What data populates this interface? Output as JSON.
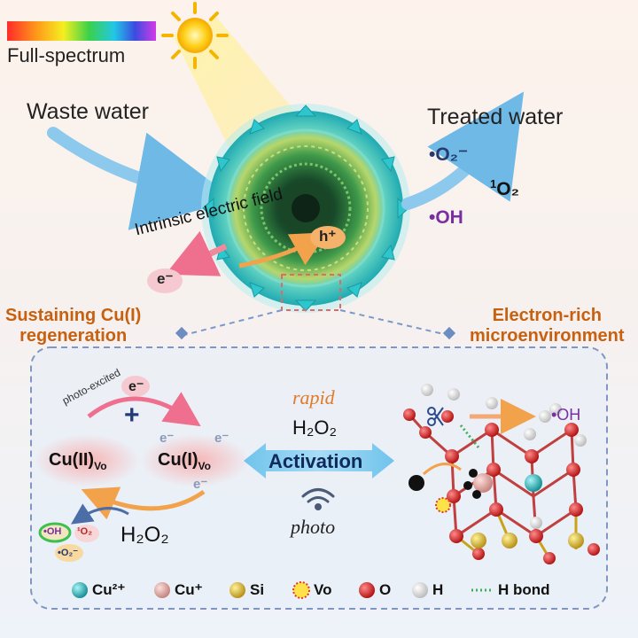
{
  "colors": {
    "nanotube_outer": "#2bc4c8",
    "nanotube_inner": "#2e8a4a",
    "orange_text": "#c8610f",
    "navy_text": "#253a6e",
    "purple_text": "#7a2fa0",
    "arrow_blue": "#7cc4ea",
    "cu2_atom": "#1fb3b8",
    "cu1_atom": "#e8b0ac",
    "si_atom": "#d7b22a",
    "o_atom": "#d72020",
    "h_atom": "#f0f0f0"
  },
  "top": {
    "spectrum_label": "Full-spectrum",
    "waste_water": "Waste water",
    "treated_water": "Treated water",
    "superoxide": "•O₂⁻",
    "singlet_oxygen_sup": "1",
    "singlet_oxygen": "O₂",
    "hydroxyl": "•OH",
    "electric_field": "Intrinsic electric field",
    "hole": "h⁺",
    "electron": "e⁻",
    "sustaining_label_line1": "Sustaining Cu(I)",
    "sustaining_label_line2": "regeneration",
    "electron_rich_line1": "Electron-rich",
    "electron_rich_line2": "microenvironment"
  },
  "panel": {
    "photo_excited": "photo-excited",
    "electron": "e⁻",
    "plus": "+",
    "cu2_label": "Cu(II)",
    "cu1_label": "Cu(I)",
    "vo_sub": "Vo",
    "h2o2_left": "H₂O₂",
    "oh_label": "•OH",
    "o2_singlet": "¹O₂",
    "o2_superoxide": "•O₂⁻",
    "rapid": "rapid",
    "h2o2_center": "H₂O₂",
    "activation": "Activation",
    "photo": "photo",
    "oh_right": "•OH"
  },
  "legend": [
    {
      "icon": "cu2-atom",
      "label": "Cu²⁺"
    },
    {
      "icon": "cu1-atom",
      "label": "Cu⁺"
    },
    {
      "icon": "si-atom",
      "label": "Si"
    },
    {
      "icon": "vo-vacancy",
      "label": "Vo"
    },
    {
      "icon": "o-atom",
      "label": "O"
    },
    {
      "icon": "h-atom",
      "label": "H"
    },
    {
      "icon": "h-bond-line",
      "label": "H bond"
    }
  ]
}
